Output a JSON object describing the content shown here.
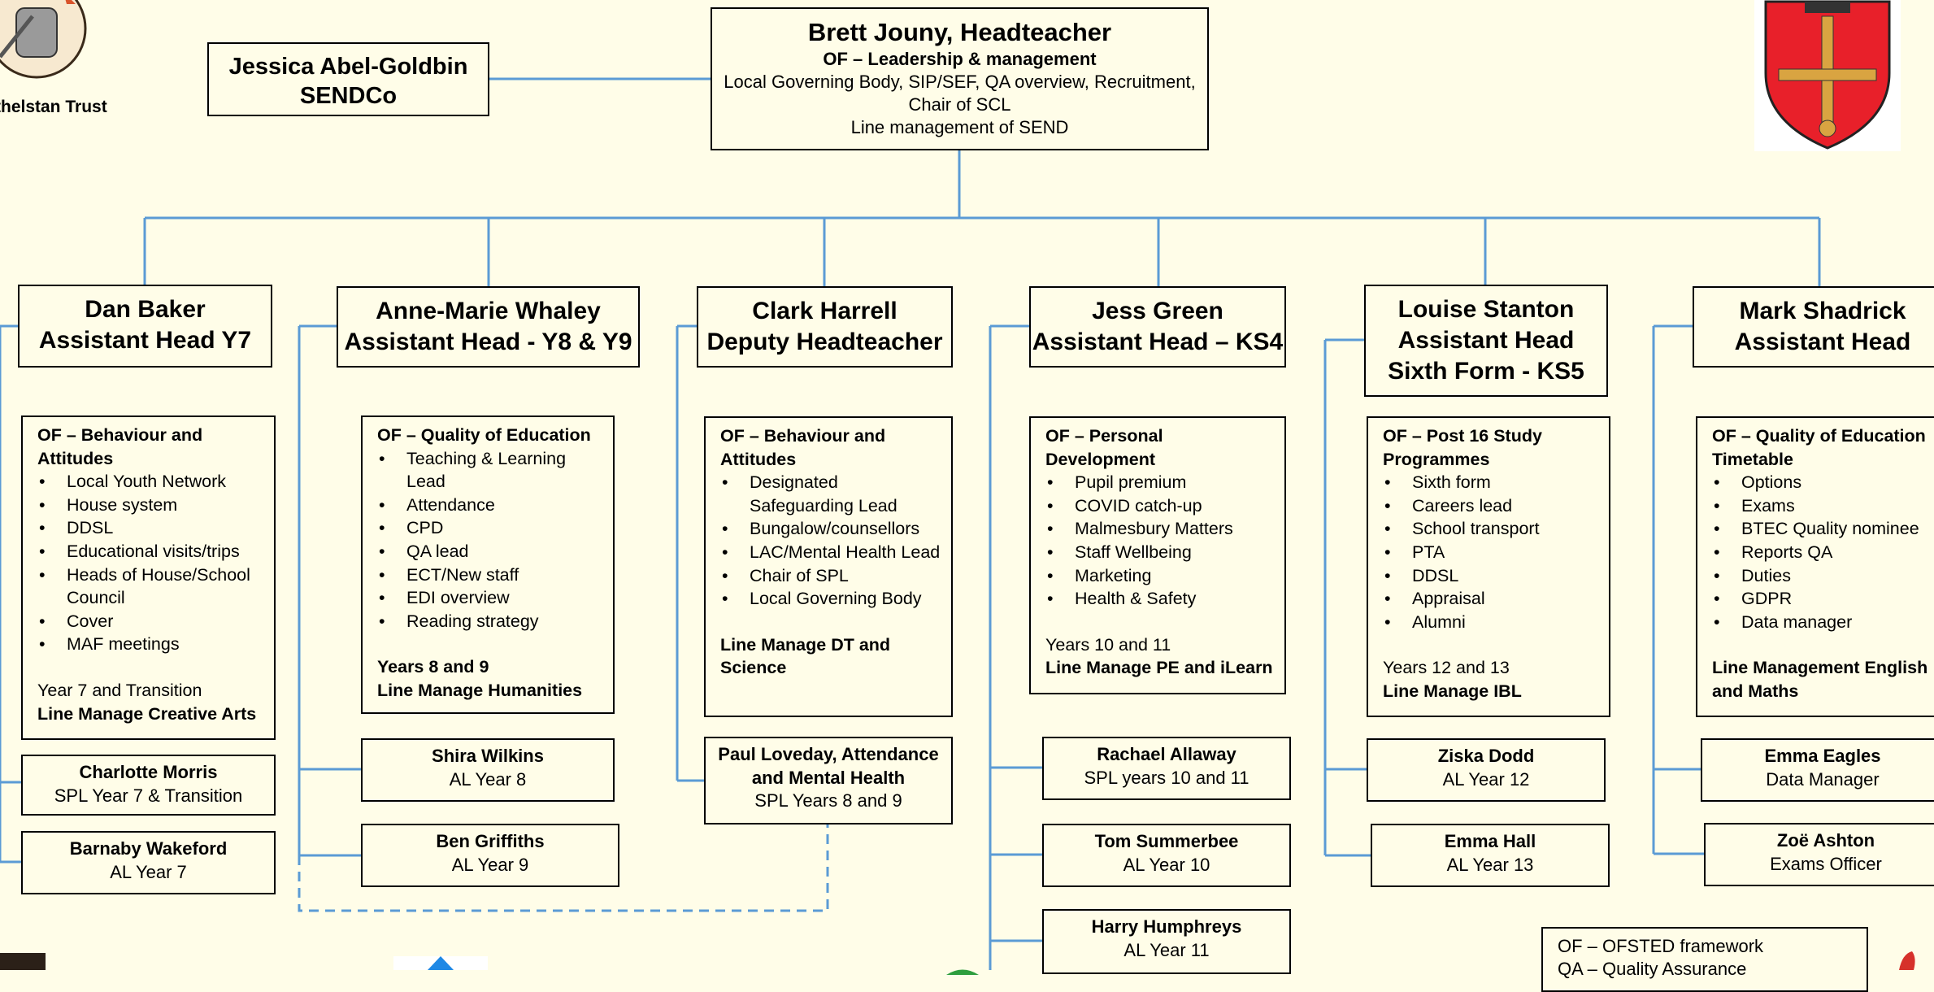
{
  "trust_name": "thelstan Trust",
  "head": {
    "name": "Brett Jouny, Headteacher",
    "focus": "OF – Leadership & management",
    "lines": [
      "Local Governing Body, SIP/SEF, QA overview, Recruitment,",
      "Chair of SCL",
      "Line management of SEND"
    ]
  },
  "sendco": {
    "name": "Jessica Abel-Goldbin",
    "role": "SENDCo"
  },
  "columns": [
    {
      "title": [
        "Dan Baker",
        "Assistant Head Y7"
      ],
      "focus": [
        "OF – Behaviour and",
        "Attitudes"
      ],
      "items": [
        "Local Youth Network",
        "House system",
        "DDSL",
        "Educational visits/trips",
        "Heads of House/School Council",
        "Cover",
        "MAF meetings"
      ],
      "years": "Year 7 and Transition",
      "line_manage": [
        "Line Manage Creative Arts"
      ],
      "staff": [
        {
          "name": "Charlotte Morris",
          "role": "SPL Year 7 & Transition"
        },
        {
          "name": "Barnaby Wakeford",
          "role": "AL Year 7"
        }
      ]
    },
    {
      "title": [
        "Anne-Marie Whaley",
        "Assistant Head - Y8 & Y9"
      ],
      "focus": [
        "OF – Quality of Education"
      ],
      "items": [
        "Teaching & Learning Lead",
        "Attendance",
        "CPD",
        "QA lead",
        "ECT/New staff",
        "EDI overview",
        "Reading strategy"
      ],
      "years": "Years 8 and 9",
      "line_manage": [
        "Line Manage Humanities"
      ],
      "staff": [
        {
          "name": "Shira Wilkins",
          "role": "AL Year 8"
        },
        {
          "name": "Ben Griffiths",
          "role": "AL Year 9"
        }
      ]
    },
    {
      "title": [
        "Clark Harrell",
        "Deputy Headteacher"
      ],
      "focus": [
        "OF – Behaviour and",
        "Attitudes"
      ],
      "items": [
        "Designated Safeguarding Lead",
        "Bungalow/counsellors",
        "LAC/Mental Health Lead",
        "Chair of SPL",
        "Local Governing Body"
      ],
      "years": "",
      "line_manage": [
        "Line Manage DT and",
        "Science"
      ],
      "staff": [
        {
          "name": "Paul Loveday, Attendance and Mental Health",
          "role": "SPL Years 8 and 9"
        }
      ]
    },
    {
      "title": [
        "Jess Green",
        "Assistant Head – KS4"
      ],
      "focus": [
        "OF – Personal",
        "Development"
      ],
      "items": [
        "Pupil premium",
        "COVID catch-up",
        "Malmesbury Matters",
        "Staff Wellbeing",
        "Marketing",
        "Health & Safety"
      ],
      "years": "Years 10 and 11",
      "line_manage": [
        "Line Manage PE and iLearn"
      ],
      "staff": [
        {
          "name": "Rachael Allaway",
          "role": "SPL years 10 and 11"
        },
        {
          "name": "Tom Summerbee",
          "role": "AL Year 10"
        },
        {
          "name": "Harry Humphreys",
          "role": "AL Year 11"
        }
      ]
    },
    {
      "title": [
        "Louise Stanton",
        "Assistant Head",
        "Sixth Form - KS5"
      ],
      "focus": [
        "OF – Post 16 Study",
        "Programmes"
      ],
      "items": [
        "Sixth form",
        "Careers lead",
        "School transport",
        "PTA",
        "DDSL",
        "Appraisal",
        "Alumni"
      ],
      "years": "Years 12 and 13",
      "line_manage": [
        "Line Manage IBL"
      ],
      "staff": [
        {
          "name": "Ziska Dodd",
          "role": "AL Year 12"
        },
        {
          "name": "Emma Hall",
          "role": "AL Year 13"
        }
      ]
    },
    {
      "title": [
        "Mark Shadrick",
        "Assistant Head"
      ],
      "focus": [
        "OF – Quality of Education",
        "Timetable"
      ],
      "items": [
        "Options",
        "Exams",
        "BTEC Quality nominee",
        "Reports QA",
        "Duties",
        "GDPR",
        "Data manager"
      ],
      "years": "",
      "line_manage": [
        "Line Management English",
        "and Maths"
      ],
      "staff": [
        {
          "name": "Emma Eagles",
          "role": "Data Manager"
        },
        {
          "name": "Zoë Ashton",
          "role": "Exams Officer"
        }
      ]
    }
  ],
  "key": [
    "OF – OFSTED framework",
    "QA – Quality Assurance"
  ],
  "colors": {
    "background": "#fffde8",
    "connector": "#5b9bd5",
    "shield_red": "#e8202a",
    "cross_gold": "#d9a441"
  }
}
